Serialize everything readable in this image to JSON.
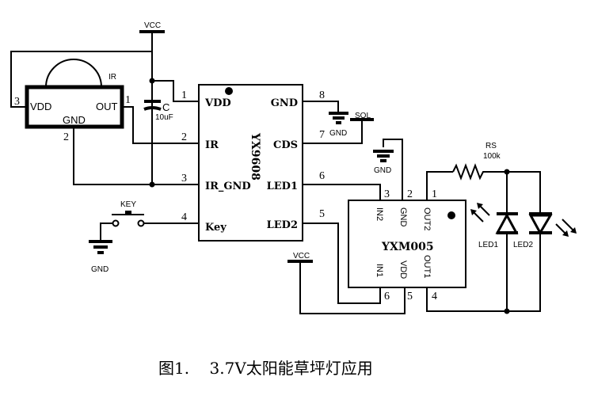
{
  "figure": {
    "caption": "图1.    3.7V太阳能草坪灯应用"
  },
  "power": {
    "vcc_top": "VCC",
    "vcc_bottom": "VCC"
  },
  "ir_sensor": {
    "name": "IR",
    "pins": {
      "vdd": "VDD",
      "out": "OUT",
      "gnd": "GND"
    },
    "pin_numbers": {
      "vdd": "3",
      "out": "1",
      "gnd": "2"
    }
  },
  "capacitor": {
    "name": "C",
    "value": "10uF"
  },
  "key_switch": {
    "name": "KEY",
    "gnd": "GND"
  },
  "chip_yx9608": {
    "name": "YX9608",
    "left_pins": [
      {
        "num": "1",
        "label": "VDD"
      },
      {
        "num": "2",
        "label": "IR"
      },
      {
        "num": "3",
        "label": "IR_GND"
      },
      {
        "num": "4",
        "label": "Key"
      }
    ],
    "right_pins": [
      {
        "num": "8",
        "label": "GND"
      },
      {
        "num": "7",
        "label": "CDS"
      },
      {
        "num": "6",
        "label": "LED1"
      },
      {
        "num": "5",
        "label": "LED2"
      }
    ]
  },
  "gnd_labels": {
    "gnd_pin8": "GND",
    "gnd_ymx": "GND"
  },
  "solar": {
    "name": "SOL"
  },
  "chip_yxm005": {
    "name": "YXM005",
    "top_pins": [
      {
        "num": "3",
        "label": "IN2"
      },
      {
        "num": "2",
        "label": "GND"
      },
      {
        "num": "1",
        "label": "OUT2"
      }
    ],
    "bottom_pins": [
      {
        "num": "6",
        "label": "IN1"
      },
      {
        "num": "5",
        "label": "VDD"
      },
      {
        "num": "4",
        "label": "OUT1"
      }
    ]
  },
  "resistor": {
    "name": "RS",
    "value": "100k"
  },
  "leds": [
    {
      "name": "LED1"
    },
    {
      "name": "LED2"
    }
  ]
}
